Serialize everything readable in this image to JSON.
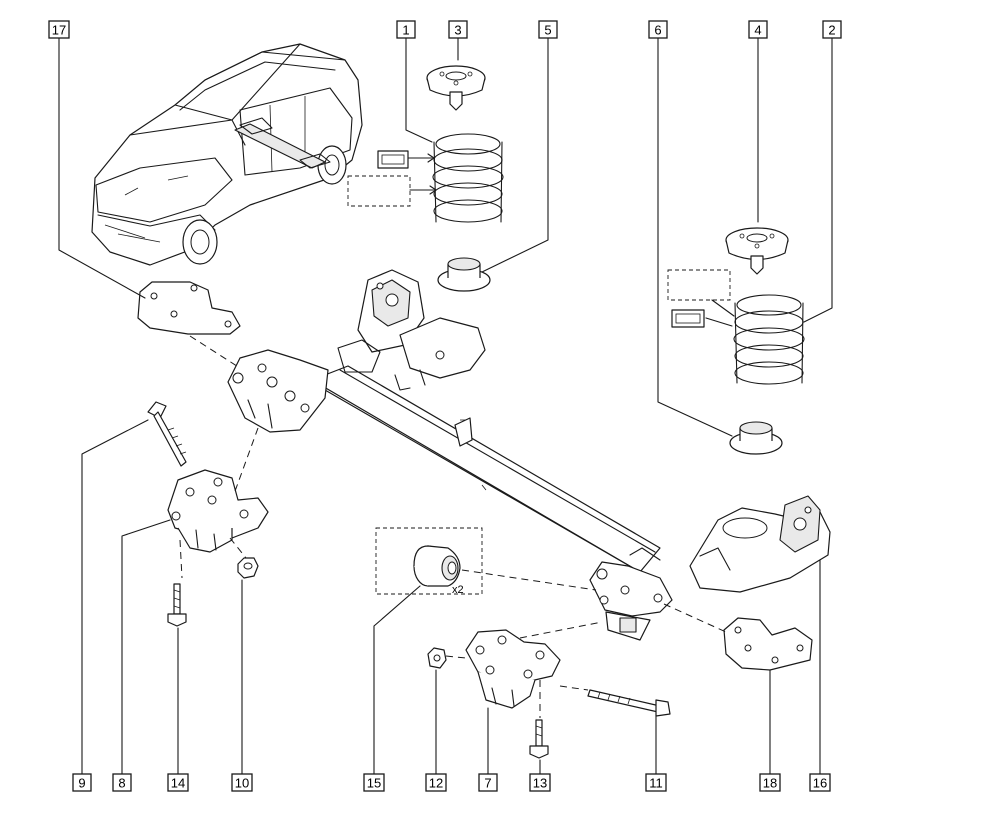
{
  "labels": {
    "c1": "1",
    "c2": "2",
    "c3": "3",
    "c4": "4",
    "c5": "5",
    "c6": "6",
    "c7": "7",
    "c8": "8",
    "c9": "9",
    "c10": "10",
    "c11": "11",
    "c12": "12",
    "c13": "13",
    "c14": "14",
    "c15": "15",
    "c16": "16",
    "c17": "17",
    "c18": "18"
  },
  "quantity_note": "x2",
  "icons": [
    "vehicle-illustration",
    "rear-axle-beam",
    "coil-spring",
    "spring-seat",
    "bump-stop",
    "bracket",
    "bolt",
    "nut",
    "silent-block-bushing"
  ]
}
